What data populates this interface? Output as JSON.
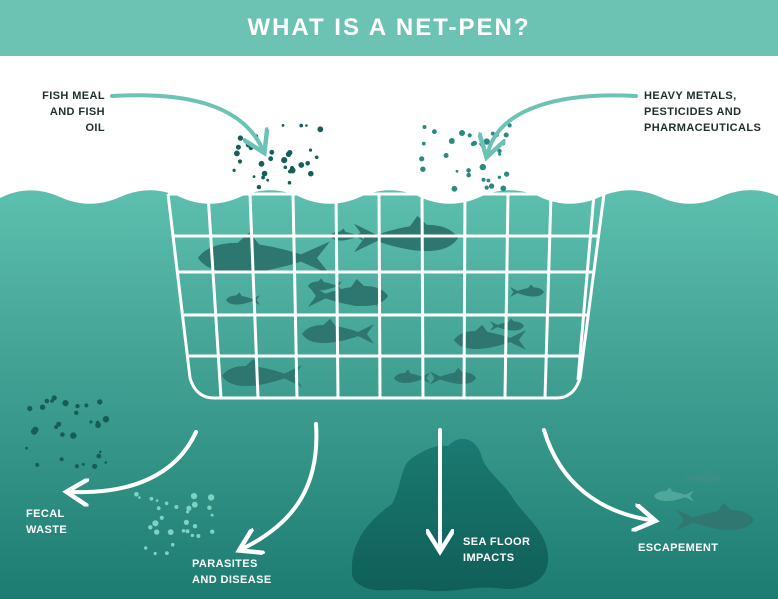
{
  "title": "WHAT IS A NET-PEN?",
  "inputs": {
    "fish_meal": "FISH MEAL\nAND FISH OIL",
    "chemicals": "HEAVY METALS,\nPESTICIDES AND\nPHARMACEUTICALS"
  },
  "outputs": {
    "fecal_waste": "FECAL\nWASTE",
    "parasites": "PARASITES\nAND DISEASE",
    "sea_floor": "SEA FLOOR\nIMPACTS",
    "escapement": "ESCAPEMENT"
  },
  "colors": {
    "banner": "#6cc3b4",
    "water_top": "#5dbfae",
    "water_bottom": "#1d7c72",
    "dark_teal": "#146e66",
    "fish": "#2e7670",
    "white": "#ffffff"
  }
}
